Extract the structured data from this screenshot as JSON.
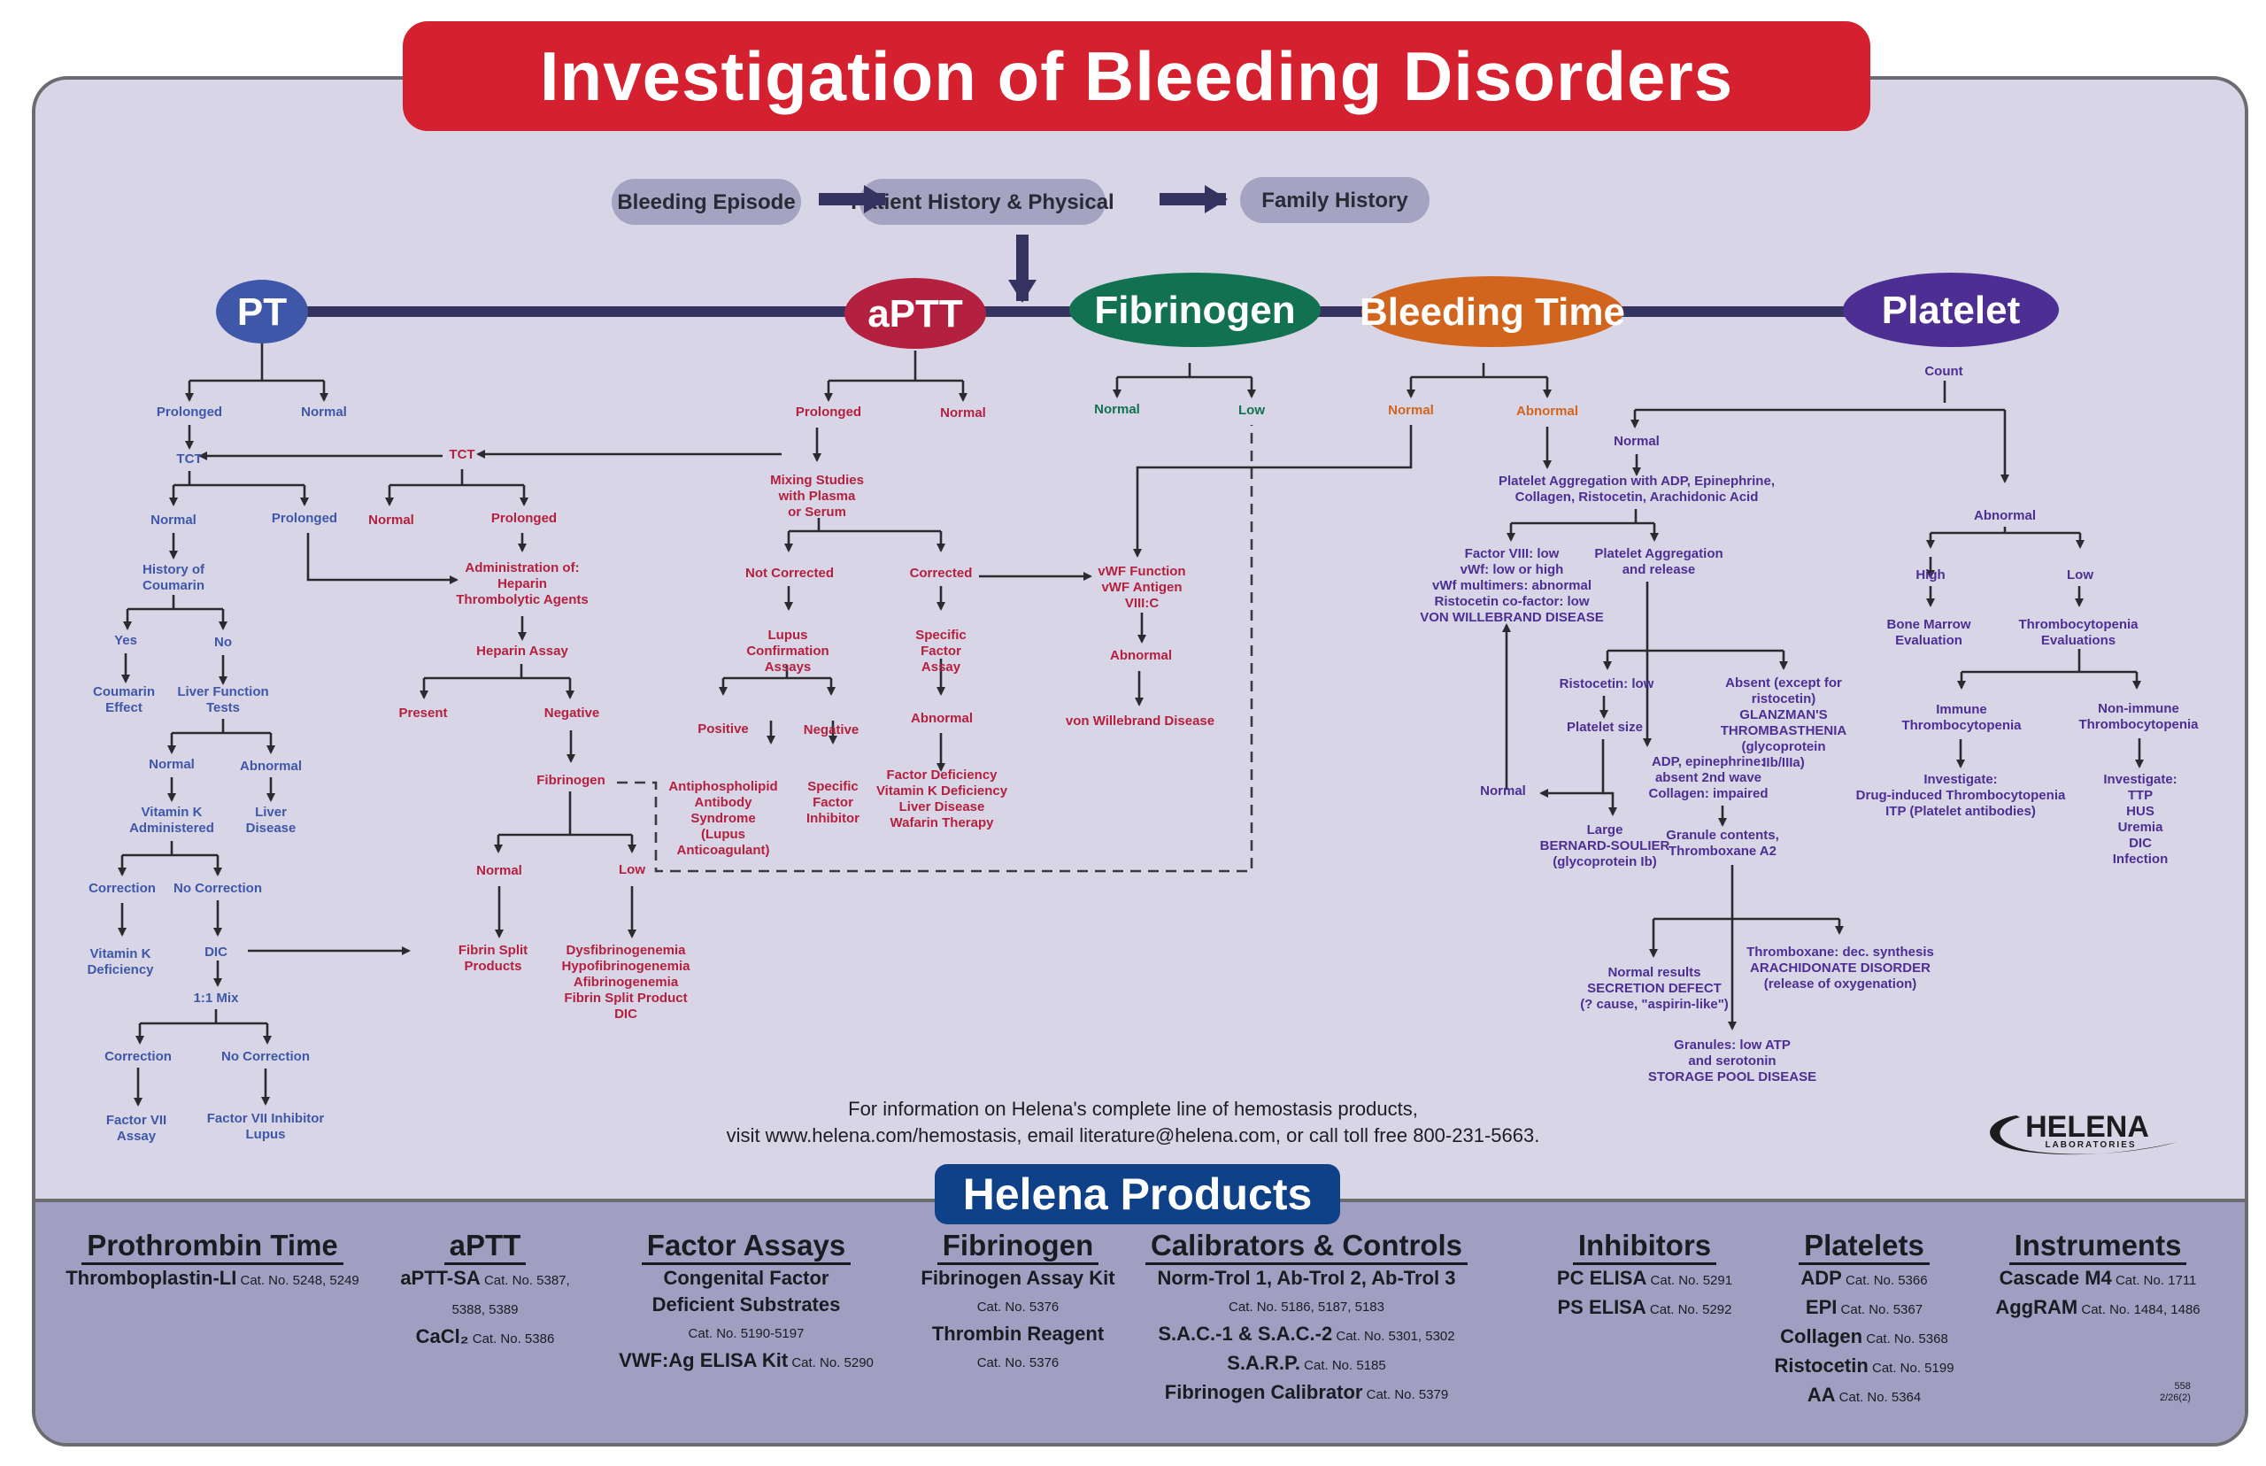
{
  "title": "Investigation of Bleeding Disorders",
  "colors": {
    "title_banner": "#d4202f",
    "products_banner": "#0e4187",
    "pt": "#3f57a8",
    "aptt": "#b4203f",
    "fibrinogen": "#127150",
    "bleeding_time": "#d2651d",
    "platelet": "#4d2f93",
    "background": "#d8d6e6",
    "products_band": "#a19fc1"
  },
  "intake": {
    "steps": [
      "Bleeding Episode",
      "Patient History & Physical",
      "Family History"
    ]
  },
  "tests": {
    "pt": "PT",
    "aptt": "aPTT",
    "fibrinogen": "Fibrinogen",
    "bleeding_time": "Bleeding Time",
    "platelet": "Platelet"
  },
  "pt_branch": {
    "prolonged": "Prolonged",
    "normal": "Normal",
    "tct": "TCT",
    "tct_normal": "Normal",
    "tct_prolonged": "Prolonged",
    "history_coumarin": [
      "History of",
      "Coumarin"
    ],
    "yes": "Yes",
    "no": "No",
    "coumarin_effect": [
      "Coumarin",
      "Effect"
    ],
    "liver_function_tests": [
      "Liver Function",
      "Tests"
    ],
    "lft_normal": "Normal",
    "lft_abnormal": "Abnormal",
    "vitamin_k_administered": [
      "Vitamin K",
      "Administered"
    ],
    "liver_disease": [
      "Liver",
      "Disease"
    ],
    "correction": "Correction",
    "no_correction": "No Correction",
    "vitamin_k_deficiency": [
      "Vitamin K",
      "Deficiency"
    ],
    "dic": "DIC",
    "mix": "1:1 Mix",
    "mix_correction": "Correction",
    "mix_no_correction": "No Correction",
    "factor_vii_assay": [
      "Factor VII",
      "Assay"
    ],
    "factor_vii_inhibitor": [
      "Factor VII Inhibitor",
      "Lupus"
    ]
  },
  "aptt_branch": {
    "prolonged": "Prolonged",
    "normal": "Normal",
    "tct": "TCT",
    "tct_normal": "Normal",
    "tct_prolonged": "Prolonged",
    "administration": [
      "Administration of:",
      "Heparin",
      "Thrombolytic Agents"
    ],
    "heparin_assay": "Heparin Assay",
    "present": "Present",
    "negative": "Negative",
    "fibrinogen": "Fibrinogen",
    "fib_normal": "Normal",
    "fib_low": "Low",
    "fibrin_split_products": [
      "Fibrin Split",
      "Products"
    ],
    "low_results": [
      "Dysfibrinogenemia",
      "Hypofibrinogenemia",
      "Afibrinogenemia",
      "Fibrin Split Product",
      "DIC"
    ],
    "mixing_studies": [
      "Mixing Studies",
      "with Plasma",
      "or Serum"
    ],
    "not_corrected": "Not Corrected",
    "corrected": "Corrected",
    "lupus_confirmation": [
      "Lupus",
      "Confirmation",
      "Assays"
    ],
    "positive": "Positive",
    "negative2": "Negative",
    "antiphospholipid": [
      "Antiphospholipid",
      "Antibody",
      "Syndrome",
      "(Lupus",
      "Anticoagulant)"
    ],
    "specific_factor_inhibitor": [
      "Specific",
      "Factor",
      "Inhibitor"
    ],
    "specific_factor_assay": [
      "Specific",
      "Factor",
      "Assay"
    ],
    "abnormal": "Abnormal",
    "factor_results": [
      "Factor Deficiency",
      "Vitamin K Deficiency",
      "Liver Disease",
      "Wafarin Therapy"
    ],
    "vwf_tests": [
      "vWF Function",
      "vWF Antigen",
      "VIII:C"
    ],
    "vwf_abnormal": "Abnormal",
    "vwd": "von Willebrand Disease"
  },
  "fibrinogen_branch": {
    "normal": "Normal",
    "low": "Low"
  },
  "bleeding_time_branch": {
    "normal": "Normal",
    "abnormal": "Abnormal"
  },
  "platelet_branch": {
    "count": "Count",
    "normal": "Normal",
    "aggregation": [
      "Platelet Aggregation with ADP, Epinephrine,",
      "Collagen, Ristocetin, Arachidonic Acid"
    ],
    "vwd_results": [
      "Factor VIII: low",
      "vWf: low or high",
      "vWf multimers: abnormal",
      "Ristocetin co-factor: low",
      "VON WILLEBRAND DISEASE"
    ],
    "aggregation_release": [
      "Platelet Aggregation",
      "and release"
    ],
    "ristocetin_low": "Ristocetin: low",
    "platelet_size": "Platelet size",
    "size_normal": "Normal",
    "bernard_soulier": [
      "Large",
      "BERNARD-SOULIER",
      "(glycoprotein Ib)"
    ],
    "glanzman": [
      "Absent (except for",
      "ristocetin)",
      "GLANZMAN'S",
      "THROMBASTHENIA",
      "(glycoprotein",
      "IIb/IIIa)"
    ],
    "adp_epi": [
      "ADP, epinephrine:",
      "absent 2nd wave",
      "Collagen: impaired"
    ],
    "granule_contents": [
      "Granule contents,",
      "Thromboxane A2"
    ],
    "secretion_defect": [
      "Normal results",
      "SECRETION DEFECT",
      "(? cause, \"aspirin-like\")"
    ],
    "arachidonate": [
      "Thromboxane: dec. synthesis",
      "ARACHIDONATE DISORDER",
      "(release of oxygenation)"
    ],
    "storage_pool": [
      "Granules: low ATP",
      "and serotonin",
      "STORAGE POOL DISEASE"
    ],
    "abnormal": "Abnormal",
    "high": "High",
    "low": "Low",
    "bone_marrow": [
      "Bone Marrow",
      "Evaluation"
    ],
    "thrombocytopenia_eval": [
      "Thrombocytopenia",
      "Evaluations"
    ],
    "immune": [
      "Immune",
      "Thrombocytopenia"
    ],
    "non_immune": [
      "Non-immune",
      "Thrombocytopenia"
    ],
    "immune_investigate": [
      "Investigate:",
      "Drug-induced Thrombocytopenia",
      "ITP (Platelet antibodies)"
    ],
    "non_immune_investigate": [
      "Investigate:",
      "TTP",
      "HUS",
      "Uremia",
      "DIC",
      "Infection"
    ]
  },
  "info_text": [
    "For information on Helena's complete line of hemostasis products,",
    "visit www.helena.com/hemostasis, email literature@helena.com, or call toll free 800-231-5663."
  ],
  "logo": {
    "name": "HELENA",
    "sub": "LABORATORIES"
  },
  "products": {
    "banner": "Helena Products",
    "columns": [
      {
        "heading": "Prothrombin Time",
        "rows": [
          {
            "name": "Thromboplastin-LI",
            "cat": "Cat. No. 5248, 5249"
          }
        ]
      },
      {
        "heading": "aPTT",
        "rows": [
          {
            "name": "aPTT-SA",
            "cat": "Cat. No. 5387,"
          },
          {
            "name": "",
            "cat": "5388, 5389"
          },
          {
            "name": "CaCl₂",
            "cat": "Cat. No. 5386"
          }
        ]
      },
      {
        "heading": "Factor Assays",
        "rows": [
          {
            "name": "Congenital Factor",
            "cat": ""
          },
          {
            "name": "Deficient Substrates",
            "cat": ""
          },
          {
            "name": "",
            "cat": "Cat. No. 5190-5197"
          },
          {
            "name": "VWF:Ag ELISA Kit",
            "cat": "Cat. No. 5290"
          }
        ]
      },
      {
        "heading": "Fibrinogen",
        "rows": [
          {
            "name": "Fibrinogen Assay Kit",
            "cat": ""
          },
          {
            "name": "",
            "cat": "Cat. No. 5376"
          },
          {
            "name": "Thrombin Reagent",
            "cat": ""
          },
          {
            "name": "",
            "cat": "Cat. No. 5376"
          }
        ]
      },
      {
        "heading": "Calibrators & Controls",
        "rows": [
          {
            "name": "Norm-Trol 1, Ab-Trol 2, Ab-Trol 3",
            "cat": ""
          },
          {
            "name": "",
            "cat": "Cat. No. 5186, 5187, 5183"
          },
          {
            "name": "S.A.C.-1 & S.A.C.-2",
            "cat": "Cat. No. 5301, 5302"
          },
          {
            "name": "S.A.R.P.",
            "cat": "Cat. No. 5185"
          },
          {
            "name": "Fibrinogen Calibrator",
            "cat": "Cat. No. 5379"
          }
        ]
      },
      {
        "heading": "Inhibitors",
        "rows": [
          {
            "name": "PC ELISA",
            "cat": "Cat. No. 5291"
          },
          {
            "name": "PS ELISA",
            "cat": "Cat. No. 5292"
          }
        ]
      },
      {
        "heading": "Platelets",
        "rows": [
          {
            "name": "ADP",
            "cat": "Cat. No. 5366"
          },
          {
            "name": "EPI",
            "cat": "Cat. No. 5367"
          },
          {
            "name": "Collagen",
            "cat": "Cat. No. 5368"
          },
          {
            "name": "Ristocetin",
            "cat": "Cat. No. 5199"
          },
          {
            "name": "AA",
            "cat": "Cat. No. 5364"
          }
        ]
      },
      {
        "heading": "Instruments",
        "rows": [
          {
            "name": "Cascade M4",
            "cat": "Cat. No. 1711"
          },
          {
            "name": "AggRAM",
            "cat": "Cat. No. 1484, 1486"
          }
        ]
      }
    ]
  },
  "code_note": [
    "558",
    "2/26(2)"
  ]
}
